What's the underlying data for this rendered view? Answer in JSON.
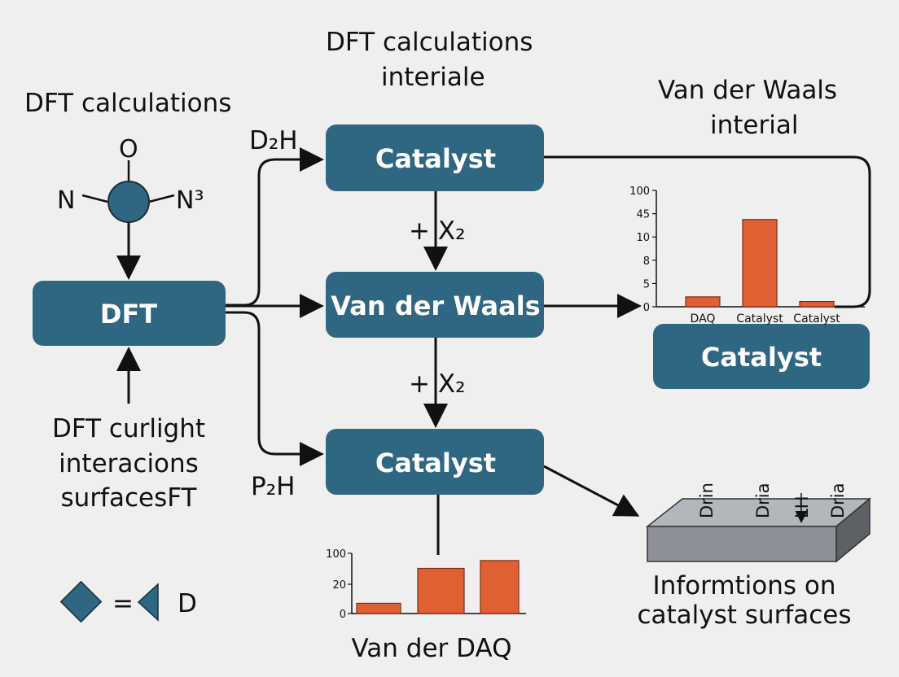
{
  "colors": {
    "box": "#2f6682",
    "bar": "#e05f33",
    "slab": "#8d9197",
    "background": "#efefef"
  },
  "labels": {
    "top_left_title": "DFT calculations",
    "top_center_title": [
      "DFT calculations",
      "interiale"
    ],
    "top_right_title": [
      "Van der Waals",
      "interial"
    ],
    "left_bottom_caption": [
      "DFT curlight",
      "interacions",
      "surfacesFT"
    ],
    "bottom_right_caption": [
      "Informtions on",
      "catalyst surfaces"
    ],
    "bottom_chart_caption": "Van der DAQ",
    "d2h": "D₂H",
    "p2h": "P₂H",
    "x2_top": "+ X₂",
    "x2_bottom": "+ X₂"
  },
  "molecule": {
    "top_atom": "O",
    "left_atom": "N",
    "right_atom": "N³"
  },
  "boxes": {
    "dft": "DFT",
    "catalyst_top": "Catalyst",
    "vdw": "Van der Waals",
    "catalyst_bottom": "Catalyst",
    "catalyst_right": "Catalyst"
  },
  "legend": {
    "equals": "=",
    "letter": "D"
  },
  "surface_labels": [
    "Drin",
    "Dria",
    "LH",
    "Dria"
  ],
  "chart_data": [
    {
      "type": "bar",
      "categories": [
        "DAQ",
        "Catalyst",
        "Catalyst"
      ],
      "values": [
        8.5,
        75,
        4.5
      ],
      "ticks": [
        "100",
        "45",
        "10",
        "8",
        "5",
        "0"
      ]
    },
    {
      "type": "bar",
      "categories": [
        "",
        "",
        ""
      ],
      "values": [
        17,
        75,
        88
      ],
      "ticks": [
        "100",
        "20",
        "0"
      ]
    }
  ]
}
